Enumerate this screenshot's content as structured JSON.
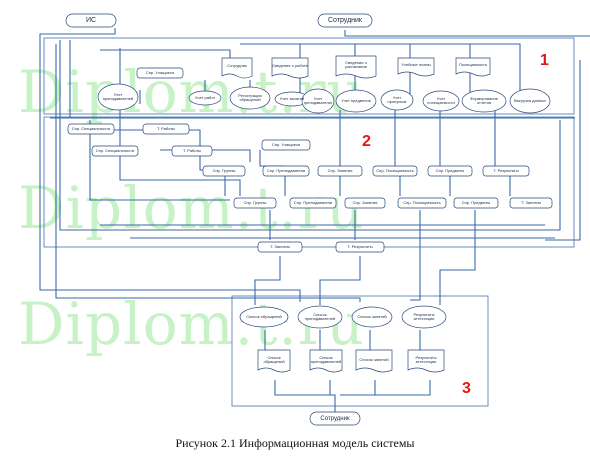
{
  "watermark": {
    "line1": "Diplom.t.ru",
    "line2": "Diplom.t.ru",
    "line3": "Diplom.t.ru"
  },
  "section_numbers": [
    "1",
    "2",
    "3"
  ],
  "caption": "Рисунок 2.1 Информационная модель системы",
  "terminators": {
    "is": "ИС",
    "employee_top": "Сотрудник",
    "employee_bottom": "Сотрудник"
  },
  "top_documents": [
    "Сотрудник",
    "Сведения о работе",
    "Сведения о расписании",
    "Учебные планы",
    "Посещаемость"
  ],
  "section1_processes": [
    "Учет преподавателей",
    "Учет предметов",
    "Регистрация обращений",
    "Учет занятий",
    "Учет посещаемости",
    "Учет пропусков",
    "Формирование отчетов",
    "Выгрузка данных",
    "Учет работ"
  ],
  "section1_misc": [
    "Спр. Учащиеся",
    "Спр. Специальности",
    "Т. Работы",
    "Спр. Группы"
  ],
  "section2_row1": [
    "Спр. Группы",
    "Спр. Преподаватели",
    "Спр. Занятия",
    "Спр. Посещаемость",
    "Спр. Предметы",
    "Т. Результаты"
  ],
  "section2_row2": [
    "Спр. Группы",
    "Спр. Преподаватели",
    "Спр. Занятия",
    "Спр. Посещаемость",
    "Спр. Предметы",
    "Т. Занятия"
  ],
  "section2_row3": [
    "Т. Занятия",
    "Т. Результаты"
  ],
  "section3_processes": [
    "Список обращений",
    "Список преподавателей",
    "Список занятий",
    "Результаты аттестации"
  ],
  "section3_documents": [
    "Список обращений",
    "Список преподавателей",
    "Список занятий",
    "Результаты аттестации"
  ]
}
